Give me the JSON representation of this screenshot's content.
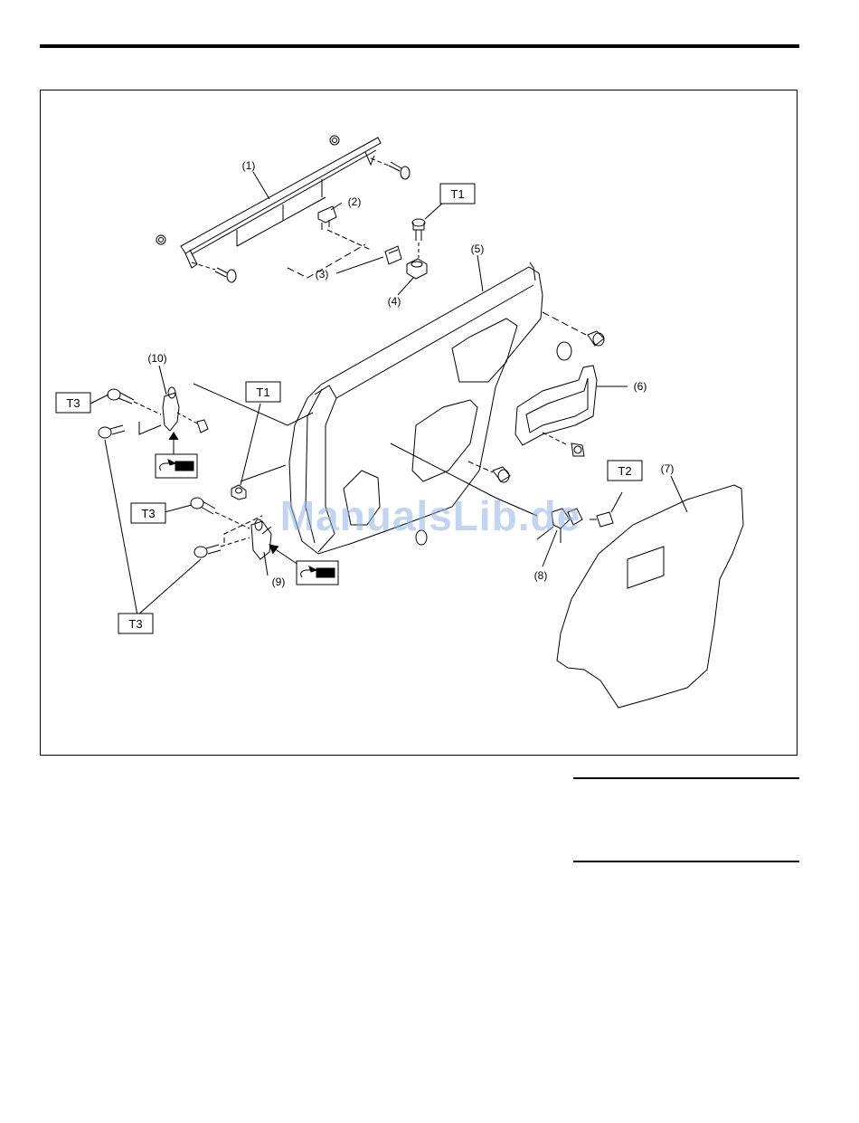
{
  "callouts": {
    "c1": "(1)",
    "c2": "(2)",
    "c3": "(3)",
    "c4": "(4)",
    "c5": "(5)",
    "c6": "(6)",
    "c7": "(7)",
    "c8": "(8)",
    "c9": "(9)",
    "c10": "(10)"
  },
  "torque_labels": {
    "t1_top": "T1",
    "t1_mid": "T1",
    "t2": "T2",
    "t3_upper": "T3",
    "t3_middle": "T3",
    "t3_lower": "T3"
  },
  "watermark": "ManualsLib.de",
  "icons": {
    "grease": "grease-gun-icon"
  },
  "colors": {
    "line": "#000000",
    "watermark": "#8fb4e8"
  }
}
